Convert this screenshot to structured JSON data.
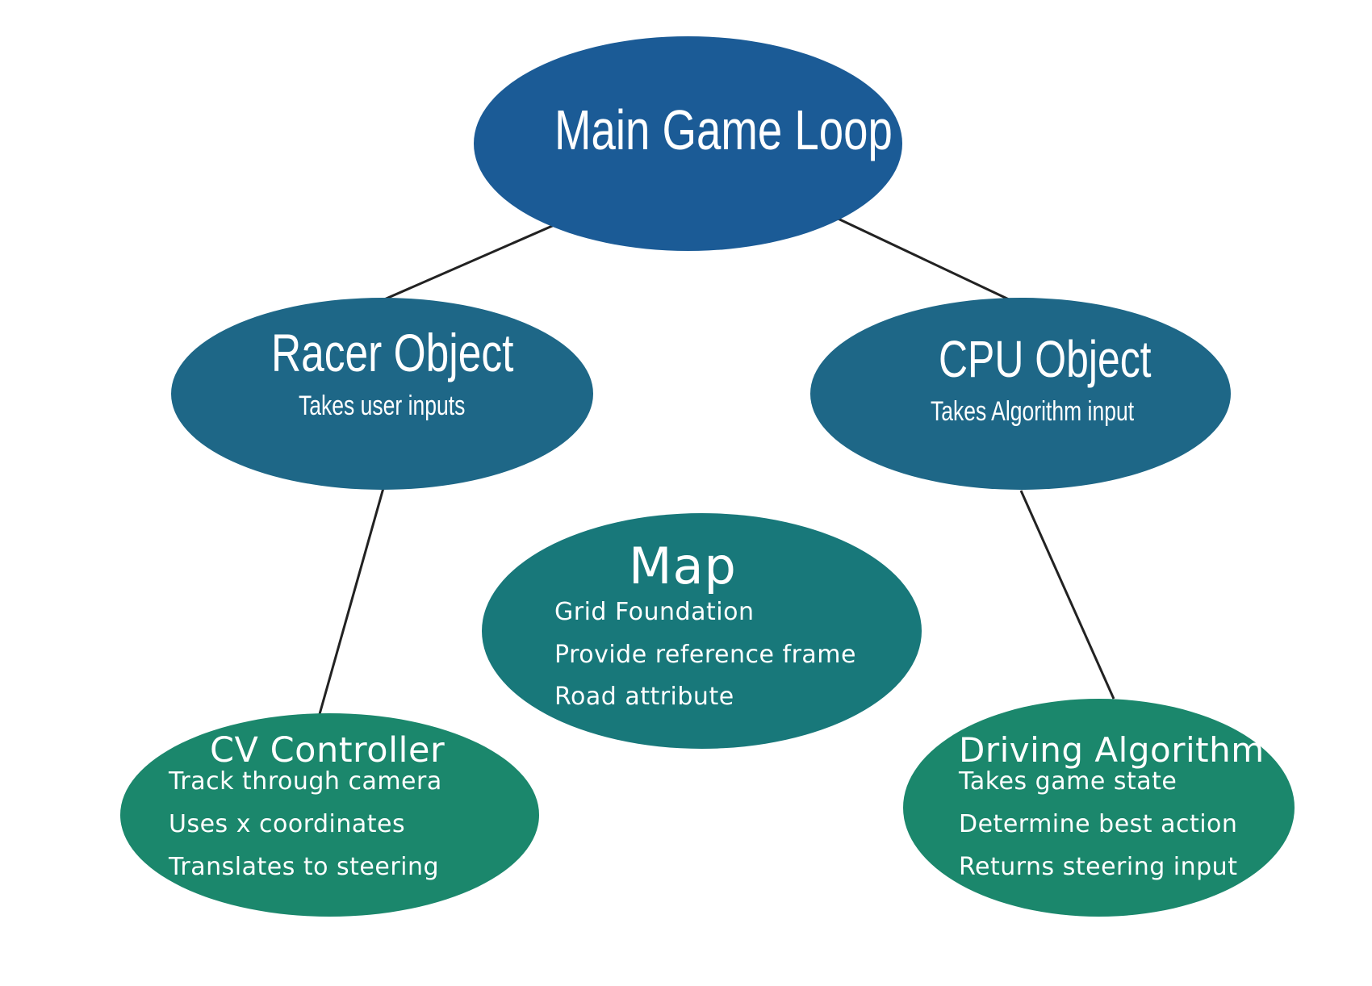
{
  "colors": {
    "main": "#1b5b96",
    "mid": "#1e6787",
    "map": "#18787a",
    "leaf": "#1b876c",
    "line": "#222222"
  },
  "main_loop": {
    "title": "Main Game Loop"
  },
  "racer": {
    "title": "Racer Object",
    "subtitle": "Takes user inputs"
  },
  "cpu": {
    "title": "CPU Object",
    "subtitle": "Takes Algorithm input"
  },
  "map": {
    "title": "Map",
    "items": [
      "Grid Foundation",
      "Provide reference frame",
      "Road attribute"
    ]
  },
  "cv": {
    "title": "CV Controller",
    "items": [
      "Track through camera",
      "Uses x coordinates",
      "Translates to steering"
    ]
  },
  "driving": {
    "title": "Driving Algorithm",
    "items": [
      "Takes game state",
      "Determine best action",
      "Returns steering input"
    ]
  }
}
